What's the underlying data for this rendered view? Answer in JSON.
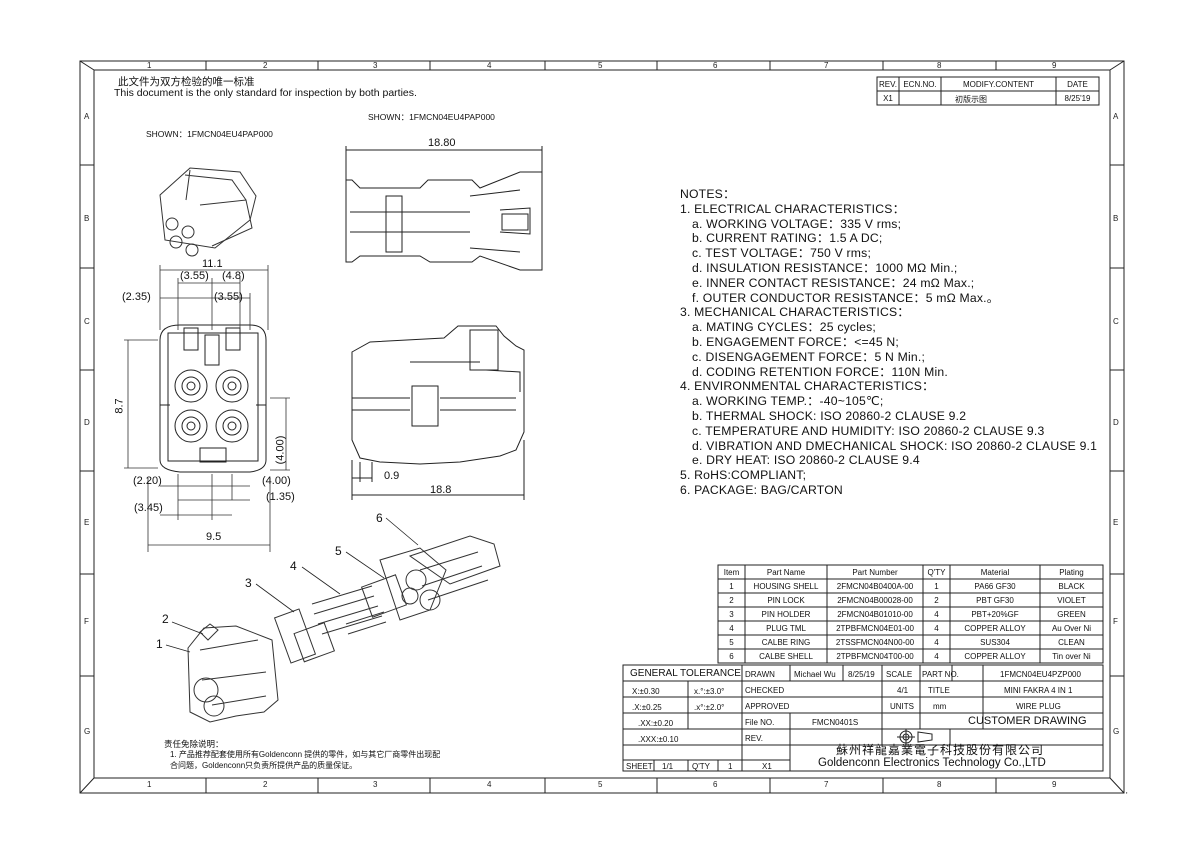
{
  "header": {
    "doc_statement_cn": "此文件为双方检验的唯一标准",
    "doc_statement_en": "This document is the only standard for inspection by both parties.",
    "shown_top": "SHOWN：1FMCN04EU4PAP000",
    "shown_left": "SHOWN：1FMCN04EU4PAP000"
  },
  "ruler": {
    "columns": [
      "1",
      "2",
      "3",
      "4",
      "5",
      "6",
      "7",
      "8",
      "9"
    ],
    "rows": [
      "A",
      "B",
      "C",
      "D",
      "E",
      "F",
      "G"
    ]
  },
  "revision_block": {
    "headers": [
      "REV.",
      "ECN.NO.",
      "MODIFY.CONTENT",
      "DATE"
    ],
    "row": [
      "X1",
      "",
      "初版示图",
      "8/25'19"
    ]
  },
  "dimensions": {
    "top_width": "18.80",
    "front_width": "11.1",
    "d355a": "(3.55)",
    "d48": "(4.8)",
    "d235": "(2.35)",
    "d355b": "(3.55)",
    "d87": "8.7",
    "d400v": "(4.00)",
    "d220": "(2.20)",
    "d400h": "(4.00)",
    "d135": "(1.35)",
    "d345": "(3.45)",
    "d95": "9.5",
    "d09": "0.9",
    "side_width": "18.8"
  },
  "balloons": [
    "1",
    "2",
    "3",
    "4",
    "5",
    "6"
  ],
  "notes": {
    "title": "NOTES：",
    "lines": [
      {
        "indent": false,
        "text": "1. ELECTRICAL CHARACTERISTICS："
      },
      {
        "indent": true,
        "text": "a. WORKING VOLTAGE：335 V rms;"
      },
      {
        "indent": true,
        "text": "b. CURRENT RATING：1.5 A DC;"
      },
      {
        "indent": true,
        "text": "c. TEST VOLTAGE：750 V rms;"
      },
      {
        "indent": true,
        "text": "d. INSULATION RESISTANCE：1000 MΩ Min.;"
      },
      {
        "indent": true,
        "text": "e. INNER CONTACT RESISTANCE：24 mΩ Max.;"
      },
      {
        "indent": true,
        "text": "f. OUTER CONDUCTOR RESISTANCE：5 mΩ Max.。"
      },
      {
        "indent": false,
        "text": "3. MECHANICAL CHARACTERISTICS："
      },
      {
        "indent": true,
        "text": "a. MATING CYCLES：25 cycles;"
      },
      {
        "indent": true,
        "text": "b. ENGAGEMENT FORCE：<=45 N;"
      },
      {
        "indent": true,
        "text": "c. DISENGAGEMENT FORCE：5 N Min.;"
      },
      {
        "indent": true,
        "text": "d. CODING RETENTION FORCE：110N Min."
      },
      {
        "indent": false,
        "text": "4. ENVIRONMENTAL CHARACTERISTICS："
      },
      {
        "indent": true,
        "text": "a. WORKING TEMP.：-40~105℃;"
      },
      {
        "indent": true,
        "text": "b. THERMAL SHOCK: ISO 20860-2 CLAUSE 9.2"
      },
      {
        "indent": true,
        "text": "c. TEMPERATURE AND HUMIDITY: ISO 20860-2 CLAUSE 9.3"
      },
      {
        "indent": true,
        "text": "d. VIBRATION AND DMECHANICAL SHOCK: ISO 20860-2 CLAUSE 9.1"
      },
      {
        "indent": true,
        "text": "e. DRY HEAT: ISO 20860-2 CLAUSE 9.4"
      },
      {
        "indent": false,
        "text": "5. RoHS:COMPLIANT;"
      },
      {
        "indent": false,
        "text": "6. PACKAGE: BAG/CARTON"
      }
    ]
  },
  "bom": {
    "headers": [
      "Item",
      "Part Name",
      "Part Number",
      "Q'TY",
      "Material",
      "Plating"
    ],
    "rows": [
      [
        "1",
        "HOUSING SHELL",
        "2FMCN04B0400A-00",
        "1",
        "PA66 GF30",
        "BLACK"
      ],
      [
        "2",
        "PIN LOCK",
        "2FMCN04B00028-00",
        "2",
        "PBT GF30",
        "VIOLET"
      ],
      [
        "3",
        "PIN HOLDER",
        "2FMCN04B01010-00",
        "4",
        "PBT+20%GF",
        "GREEN"
      ],
      [
        "4",
        "PLUG TML",
        "2TPBFMCN04E01-00",
        "4",
        "COPPER ALLOY",
        "Au Over Ni"
      ],
      [
        "5",
        "CALBE RING",
        "2TSSFMCN04N00-00",
        "4",
        "SUS304",
        "CLEAN"
      ],
      [
        "6",
        "CALBE SHELL",
        "2TPBFMCN04T00-00",
        "4",
        "COPPER ALLOY",
        "Tin over Ni"
      ]
    ]
  },
  "title_block": {
    "general_tolerance": "GENERAL TOLERANCE",
    "tol_x0": "X:±0.30",
    "tol_x1": ".X:±0.25",
    "tol_x2": ".XX:±0.20",
    "tol_x3": ".XXX:±0.10",
    "ang1": "x.°:±3.0°",
    "ang2": ".x°:±2.0°",
    "drawn_label": "DRAWN",
    "drawn_by": "Michael Wu",
    "drawn_date": "8/25/19",
    "scale_label": "SCALE",
    "scale_value": "4/1",
    "partno_label": "PART NO.",
    "partno_value": "1FMCN04EU4PZP000",
    "checked_label": "CHECKED",
    "title_label": "TITLE",
    "title_value1": "MINI FAKRA 4 IN 1",
    "approved_label": "APPROVED",
    "units_label": "UNITS",
    "units_value": "mm",
    "title_value2": "WIRE PLUG",
    "fileno_label": "File NO.",
    "fileno_value": "FMCN0401S",
    "customer_drawing": "CUSTOMER DRAWING",
    "rev_label": "REV.",
    "sheet_label": "SHEET",
    "sheet_value": "1/1",
    "qty_label": "Q'TY",
    "qty_value": "1",
    "rev_value": "X1",
    "company_cn": "蘇州祥龍嘉業電子科技股份有限公司",
    "company_en": "Goldenconn Electronics Technology Co.,LTD"
  },
  "disclaimer": {
    "title": "责任免除说明：",
    "line1": "1. 产品推荐配套使用所有Goldenconn 提供的零件，如与其它厂商零件出现配",
    "line2": "合问题，Goldenconn只负责所提供产品的质量保证。"
  },
  "corner_mark": "'"
}
